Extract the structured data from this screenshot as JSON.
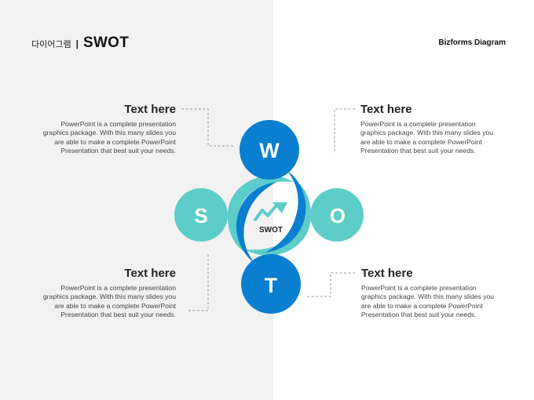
{
  "header": {
    "subtitle": "다이어그램",
    "separator": "|",
    "title": "SWOT",
    "brand": "Bizforms Diagram"
  },
  "diagram": {
    "center_label": "SWOT",
    "letters": {
      "w": "W",
      "s": "S",
      "o": "O",
      "t": "T"
    }
  },
  "blocks": {
    "top_left": {
      "title": "Text here",
      "body": "PowerPoint is a complete presentation graphics package. With this many slides you are able to make a complete PowerPoint Presentation that best suit your needs."
    },
    "top_right": {
      "title": "Text here",
      "body": "PowerPoint is a complete presentation graphics package. With this many slides you are able to make a complete PowerPoint Presentation that best suit your needs."
    },
    "bottom_left": {
      "title": "Text here",
      "body": "PowerPoint is a complete presentation graphics package. With this many slides you are able to make a complete PowerPoint Presentation that best suit your needs."
    },
    "bottom_right": {
      "title": "Text here",
      "body": "PowerPoint is a complete presentation graphics package. With this many slides you are able to make a complete PowerPoint Presentation that best suit your needs."
    }
  },
  "colors": {
    "blue": "#0a7fcf",
    "teal": "#5ccdc8",
    "left_panel": "#f2f2f2",
    "connector": "#999999"
  }
}
